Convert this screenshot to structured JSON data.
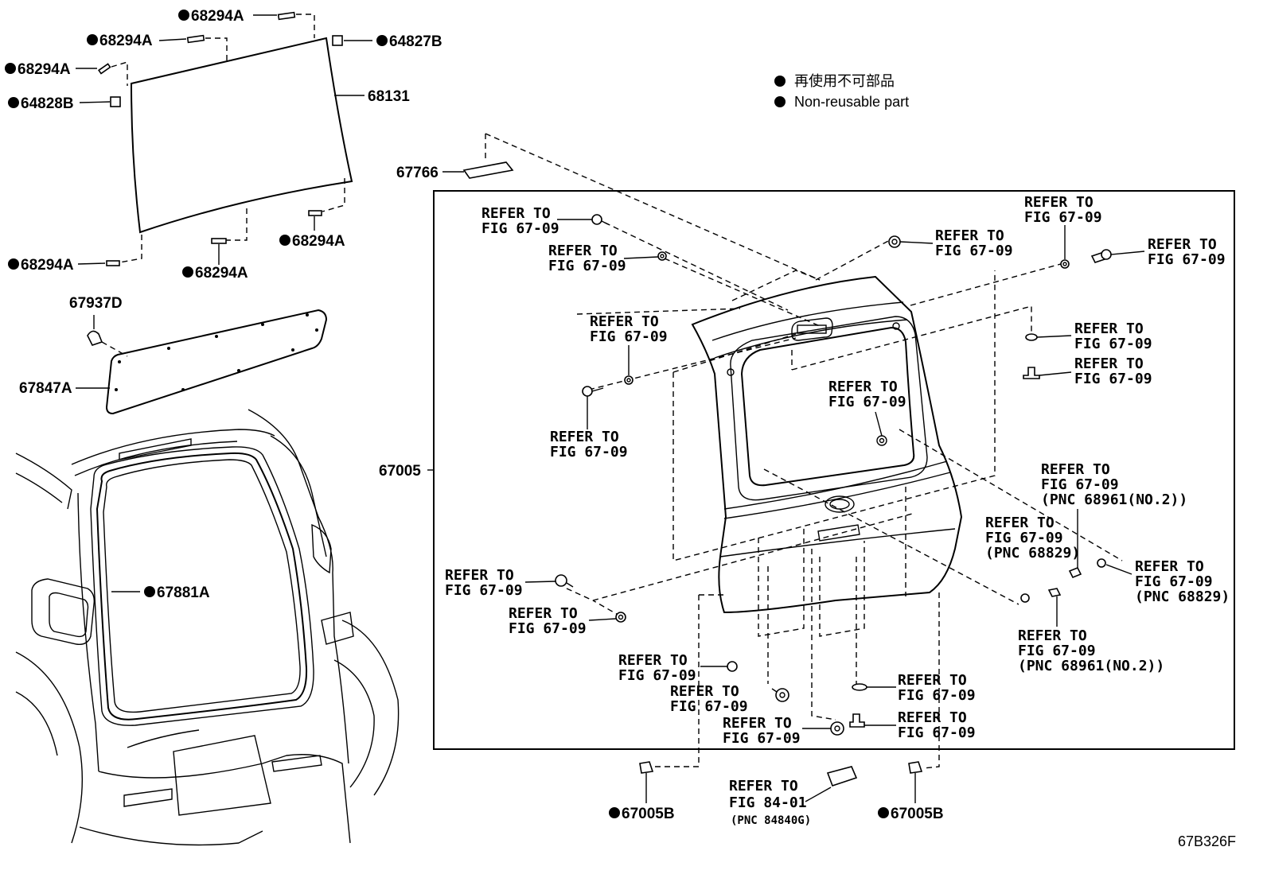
{
  "legend": {
    "jp": "再使用不可部品",
    "en": "Non-reusable part"
  },
  "refer": {
    "line1": "REFER TO",
    "line2": "FIG 67-09",
    "fig84": "FIG 84-01",
    "pnc_84840g": "(PNC 84840G)",
    "pnc_68961": "(PNC 68961(NO.2))",
    "pnc_68829": "(PNC 68829)"
  },
  "parts": {
    "p68294a": "68294A",
    "p64827b": "64827B",
    "p64828b": "64828B",
    "p68131": "68131",
    "p67937d": "67937D",
    "p67847a": "67847A",
    "p67881a": "67881A",
    "p67766": "67766",
    "p67005": "67005",
    "p67005b": "67005B"
  },
  "diagram_code": "67B326F"
}
